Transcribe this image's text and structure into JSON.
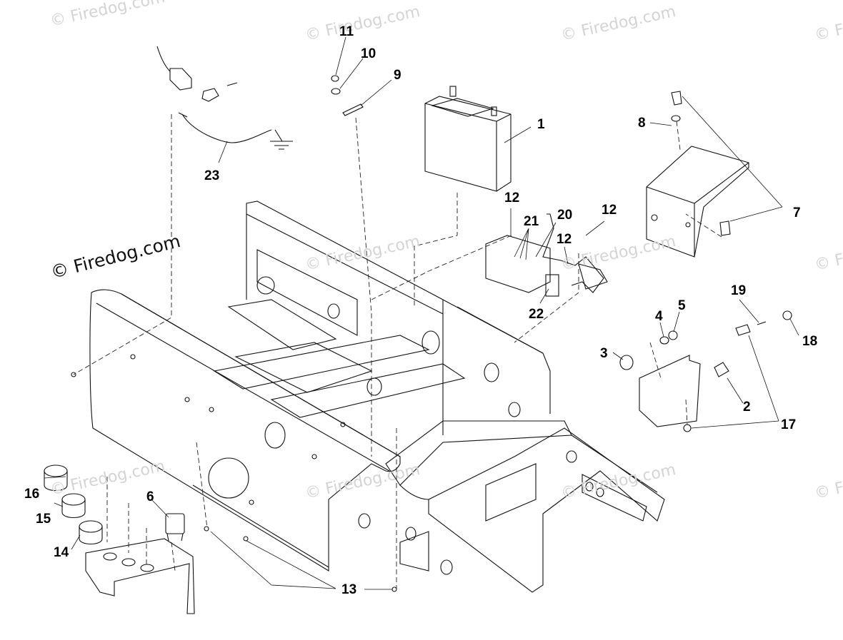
{
  "watermark": "© Firedog.com",
  "callouts": {
    "c1": "1",
    "c2": "2",
    "c3": "3",
    "c4": "4",
    "c5": "5",
    "c6": "6",
    "c7": "7",
    "c8": "8",
    "c9": "9",
    "c10": "10",
    "c11": "11",
    "c12a": "12",
    "c12b": "12",
    "c12c": "12",
    "c13": "13",
    "c14": "14",
    "c15": "15",
    "c16": "16",
    "c17": "17",
    "c18": "18",
    "c19": "19",
    "c20": "20",
    "c21": "21",
    "c22": "22",
    "c23": "23"
  }
}
